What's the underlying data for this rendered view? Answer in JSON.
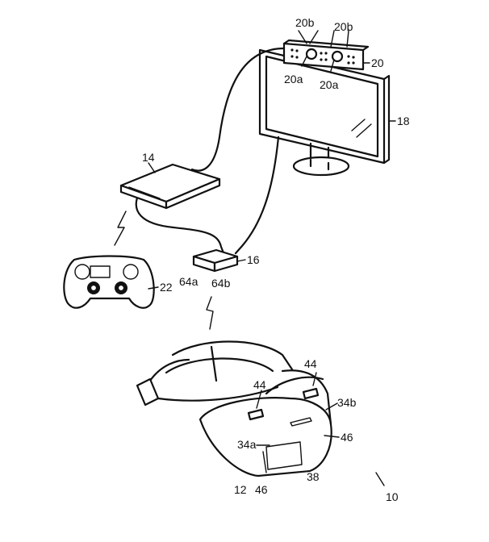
{
  "labels": {
    "camera_left_top": "20b",
    "camera_right_top": "20b",
    "camera": "20",
    "camera_left_bottom": "20a",
    "camera_right_bottom": "20a",
    "display": "18",
    "console": "14",
    "relay": "16",
    "relay_port_a": "64a",
    "relay_port_b": "64b",
    "controller": "22",
    "hmd_light_left": "44",
    "hmd_light_right": "44",
    "hmd_side_b": "34b",
    "hmd_side_a": "34a",
    "hmd_sensor_right": "46",
    "hmd_sensor_bottom": "46",
    "hmd_panel": "38",
    "hmd_body": "12",
    "system": "10"
  }
}
